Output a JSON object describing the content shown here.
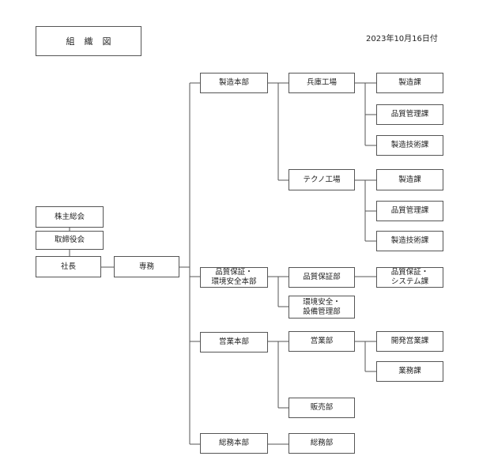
{
  "header": {
    "title": "組織図",
    "date": "2023年10月16日付"
  },
  "nodes": {
    "shareholders": "株主総会",
    "board": "取締役会",
    "president": "社長",
    "senior_director": "専務",
    "manufacturing_hq": "製造本部",
    "hyogo_plant": "兵庫工場",
    "hyogo_mfg": "製造課",
    "hyogo_qc": "品質管理課",
    "hyogo_tech": "製造技術課",
    "techno_plant": "テクノ工場",
    "techno_mfg": "製造課",
    "techno_qc": "品質管理課",
    "techno_tech": "製造技術課",
    "qa_hq": "品質保証・\n環境安全本部",
    "qa_dept": "品質保証部",
    "qa_system": "品質保証・\nシステム課",
    "env_safety": "環境安全・\n設備管理部",
    "sales_hq": "営業本部",
    "sales_dept": "営業部",
    "dev_sales": "開発営業課",
    "business": "業務課",
    "retail": "販売部",
    "admin_hq": "総務本部",
    "admin_dept": "総務部"
  }
}
